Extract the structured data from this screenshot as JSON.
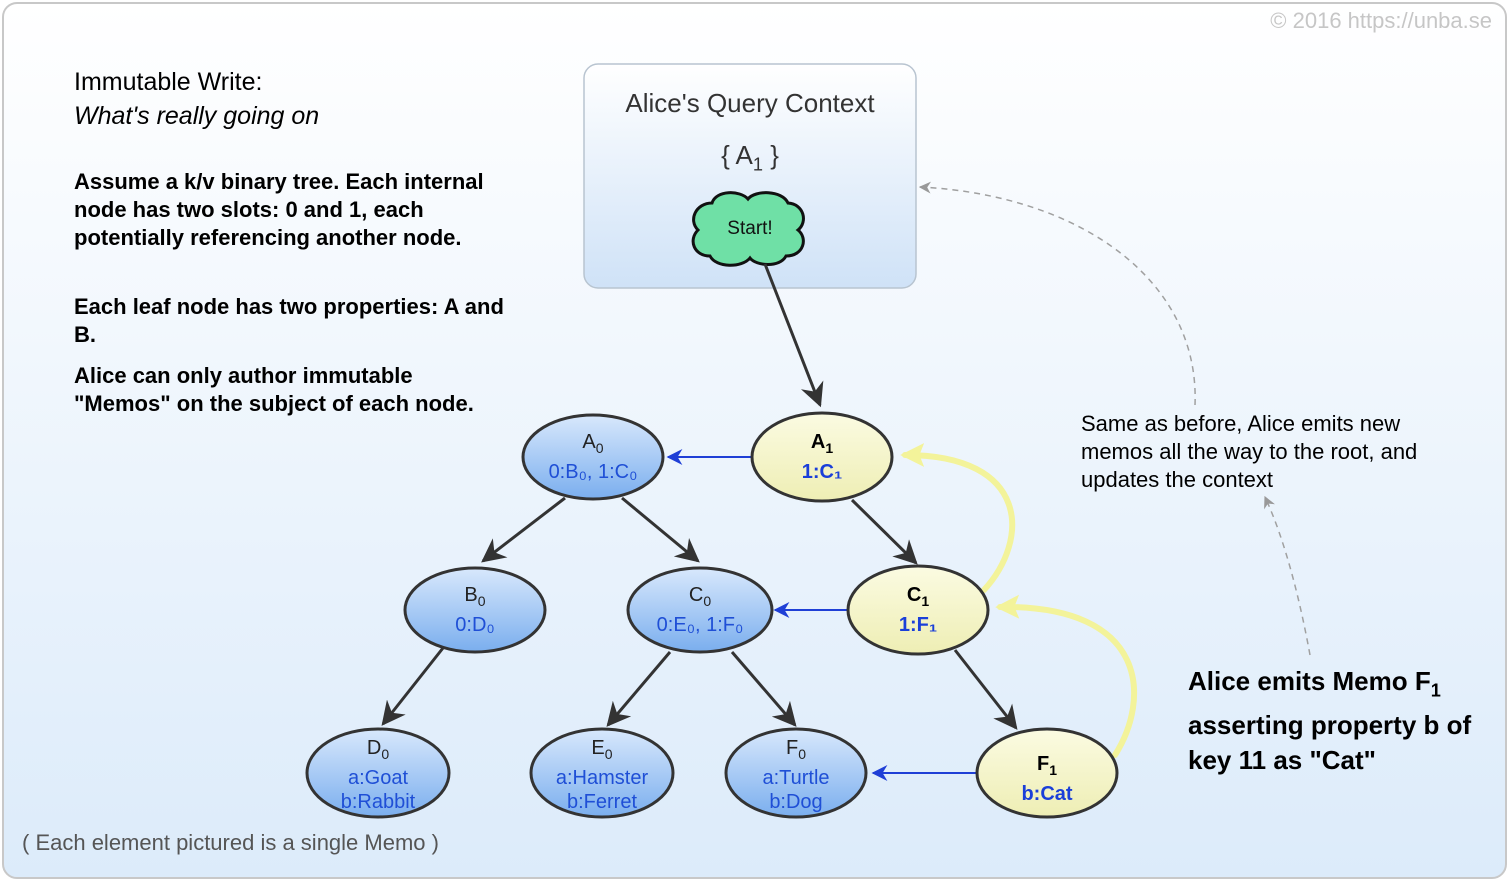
{
  "copyright": "© 2016  https://unba.se",
  "heading": {
    "line1": "Immutable Write:",
    "line2": "What's really going on"
  },
  "paragraphs": [
    "Assume a k/v binary tree. Each internal node has two slots: 0 and 1, each potentially referencing another node.",
    "Each leaf node has two properties: A and B.",
    "Alice can only author immutable \"Memos\" on the subject of each node."
  ],
  "context": {
    "title": "Alice's Query Context",
    "set_open": "{ A",
    "set_sub": "1",
    "set_close": " }",
    "start_label": "Start!"
  },
  "side_note": "Same as before, Alice emits new memos all the way to the root, and updates the context",
  "callout": {
    "line1": "Alice emits Memo F",
    "line1_sub": "1",
    "rest": "asserting property b of key 11 as \"Cat\""
  },
  "footer": "( Each element pictured is a single Memo )",
  "nodes": [
    {
      "id": "A0",
      "name": "A",
      "sub": "0",
      "lines": [
        "0:B₀, 1:C₀"
      ],
      "style": "blue"
    },
    {
      "id": "B0",
      "name": "B",
      "sub": "0",
      "lines": [
        "0:D₀"
      ],
      "style": "blue"
    },
    {
      "id": "C0",
      "name": "C",
      "sub": "0",
      "lines": [
        "0:E₀, 1:F₀"
      ],
      "style": "blue"
    },
    {
      "id": "D0",
      "name": "D",
      "sub": "0",
      "lines": [
        "a:Goat",
        "b:Rabbit"
      ],
      "style": "blue"
    },
    {
      "id": "E0",
      "name": "E",
      "sub": "0",
      "lines": [
        "a:Hamster",
        "b:Ferret"
      ],
      "style": "blue"
    },
    {
      "id": "F0",
      "name": "F",
      "sub": "0",
      "lines": [
        "a:Turtle",
        "b:Dog"
      ],
      "style": "blue"
    },
    {
      "id": "A1",
      "name": "A",
      "sub": "1",
      "lines": [
        "1:C₁"
      ],
      "style": "yellow"
    },
    {
      "id": "C1",
      "name": "C",
      "sub": "1",
      "lines": [
        "1:F₁"
      ],
      "style": "yellow"
    },
    {
      "id": "F1",
      "name": "F",
      "sub": "1",
      "lines": [
        "b:Cat"
      ],
      "style": "yellow"
    }
  ],
  "colors": {
    "blue_fill_top": "#cfe3fb",
    "blue_fill_bottom": "#7fb2ee",
    "yellow_fill": "#f5f5c8",
    "memo_text_blue": "#1f4fd6",
    "start_fill": "#6ee0a6",
    "highlight_arrow": "#f3f39a"
  }
}
